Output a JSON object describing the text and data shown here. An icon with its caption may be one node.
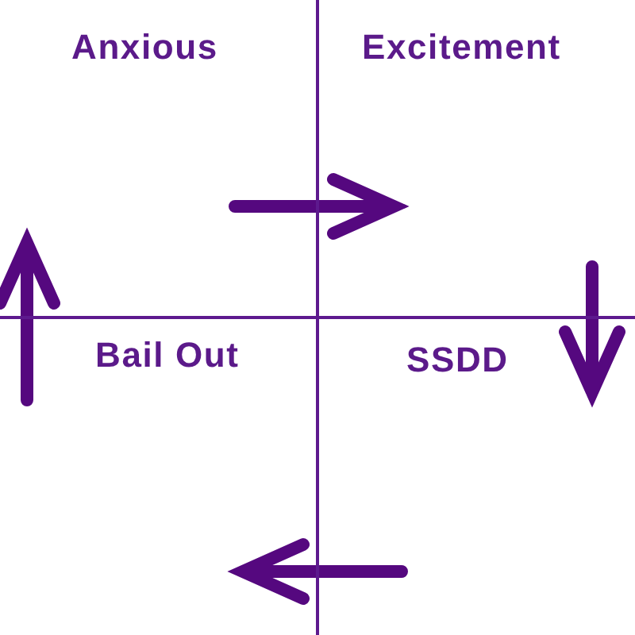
{
  "diagram": {
    "nodes": [
      {
        "text": [
          "Anxious"
        ]
      },
      {
        "text": [
          "Excitement"
        ]
      },
      {
        "text": [
          "Bail Out"
        ]
      },
      {
        "text": [
          "SSDD"
        ]
      }
    ],
    "edges": [
      {
        "from": 0,
        "to": 1,
        "arrow": "to"
      },
      {
        "from": 1,
        "to": 3,
        "arrow": "to"
      },
      {
        "from": 3,
        "to": 2,
        "arrow": "to"
      },
      {
        "from": 2,
        "to": 0,
        "arrow": "to"
      }
    ]
  }
}
